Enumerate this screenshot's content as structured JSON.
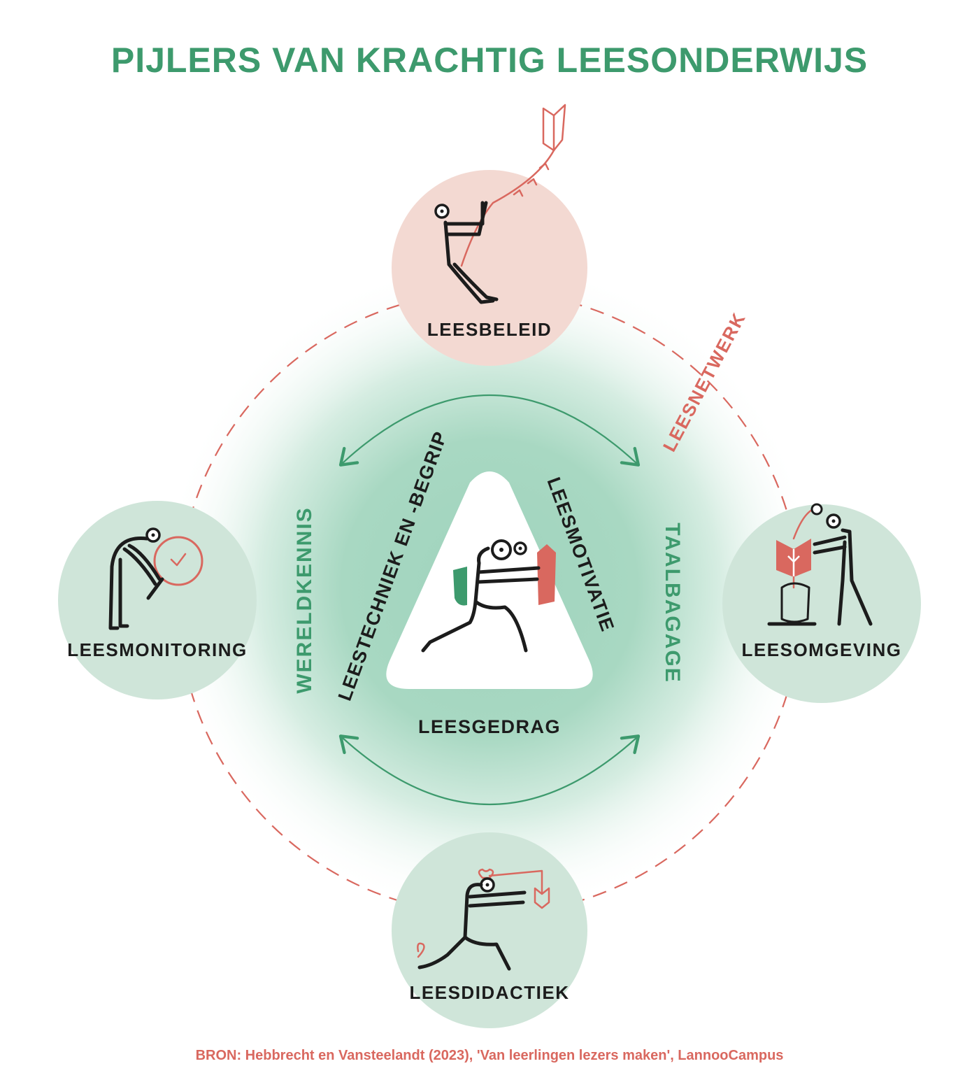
{
  "title": "PIJLERS VAN KRACHTIG LEESONDERWIJS",
  "outer_ring_label": "LEESNETWERK",
  "pillars": {
    "top": "LEESBELEID",
    "left": "LEESMONITORING",
    "right": "LEESOMGEVING",
    "bottom": "LEESDIDACTIEK"
  },
  "side_labels": {
    "left": "WERELDKENNIS",
    "right": "TAALBAGAGE"
  },
  "triangle": {
    "left_side": "LEESTECHNIEK EN -BEGRIP",
    "right_side": "LEESMOTIVATIE",
    "bottom": "LEESGEDRAG"
  },
  "source": "BRON: Hebbrecht en Vansteelandt (2023), 'Van leerlingen lezers maken', LannooCampus",
  "colors": {
    "green": "#3d9a6d",
    "red": "#d9685f",
    "pink_circle": "#f3d9d2",
    "green_circle": "#cfe5d9",
    "ink": "#1c1c1c"
  }
}
